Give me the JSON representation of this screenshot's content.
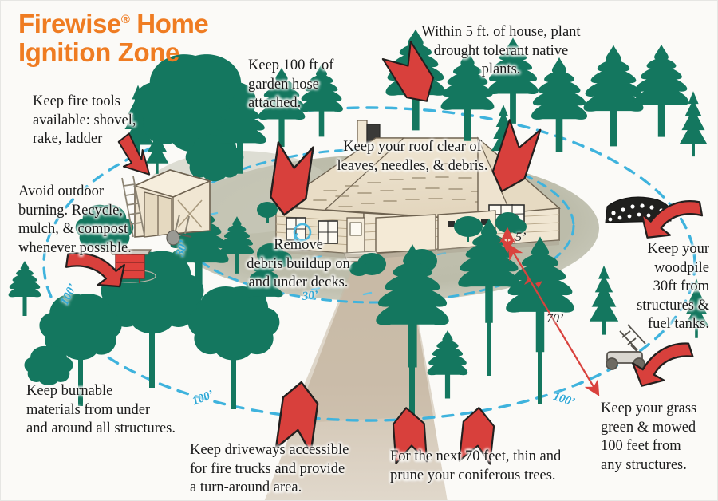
{
  "title": {
    "line1": "Firewise",
    "reg": "®",
    "line1b": " Home",
    "line2": "Ignition Zone",
    "full": "Firewise® Home\nIgnition Zone",
    "color": "#ef7c22"
  },
  "palette": {
    "background": "#fbfaf7",
    "tree_green": "#14775f",
    "arrow_red": "#d8403c",
    "arrow_red_dark": "#b02a27",
    "measure_red": "#d9423d",
    "zone_blue": "#3fb3dd",
    "zone_label_blue": "#2fa8d6",
    "house_wall": "#efe3cd",
    "house_roof": "#eee3cf",
    "lawn": "#b9b9a7",
    "driveway": "#c7b9a6",
    "text": "#1b1b1b"
  },
  "callouts": [
    {
      "id": "fire-tools",
      "text": "Keep fire tools\navailable: shovel,\nrake, ladder",
      "align": "left"
    },
    {
      "id": "outdoor-burning",
      "text": "Avoid outdoor\nburning. Recycle,\nmulch, & compost\nwhenever possible.",
      "align": "left"
    },
    {
      "id": "garden-hose",
      "text": "Keep 100 ft of\ngarden hose\nattached.",
      "align": "left"
    },
    {
      "id": "native-plants",
      "text": "Within 5 ft. of house, plant\ndrought tolerant native\nplants.",
      "align": "center"
    },
    {
      "id": "roof-clear",
      "text": "Keep your roof clear of\nleaves, needles, & debris.",
      "align": "center"
    },
    {
      "id": "deck-debris",
      "text": "Remove\ndebris buildup on\nand under decks.",
      "align": "center"
    },
    {
      "id": "woodpile",
      "text": "Keep your\nwoodpile\n30ft from\nstructures &\nfuel tanks.",
      "align": "right"
    },
    {
      "id": "grass-mowed",
      "text": "Keep your grass\ngreen & mowed\n100 feet from\nany structures.",
      "align": "left"
    },
    {
      "id": "burnable-materials",
      "text": "Keep burnable\nmaterials from under\nand around all structures.",
      "align": "left"
    },
    {
      "id": "driveways",
      "text": "Keep driveways accessible\nfor fire trucks and provide\na turn-around area.",
      "align": "left"
    },
    {
      "id": "thin-prune",
      "text": "For the next 70 feet, thin and\nprune your coniferous trees.",
      "align": "left"
    }
  ],
  "measurements": [
    {
      "id": "five-feet",
      "label": "5’"
    },
    {
      "id": "seventy-feet",
      "label": "70’"
    }
  ],
  "zones": [
    {
      "id": "zone-30-left",
      "label": "30’"
    },
    {
      "id": "zone-30-mid",
      "label": "30’"
    },
    {
      "id": "zone-100-left",
      "label": "100’"
    },
    {
      "id": "zone-100-low",
      "label": "100’"
    },
    {
      "id": "zone-100-right",
      "label": "100’"
    }
  ],
  "objects": [
    {
      "id": "shed",
      "name": "storage-shed"
    },
    {
      "id": "ladder",
      "name": "ladder"
    },
    {
      "id": "shovel",
      "name": "shovel"
    },
    {
      "id": "burn-barrel",
      "name": "burn-barrel"
    },
    {
      "id": "woodpile",
      "name": "woodpile"
    },
    {
      "id": "lawn-mower",
      "name": "lawn-mower"
    },
    {
      "id": "garden-hose",
      "name": "garden-hose-coil"
    },
    {
      "id": "house",
      "name": "house"
    },
    {
      "id": "driveway",
      "name": "driveway"
    }
  ]
}
